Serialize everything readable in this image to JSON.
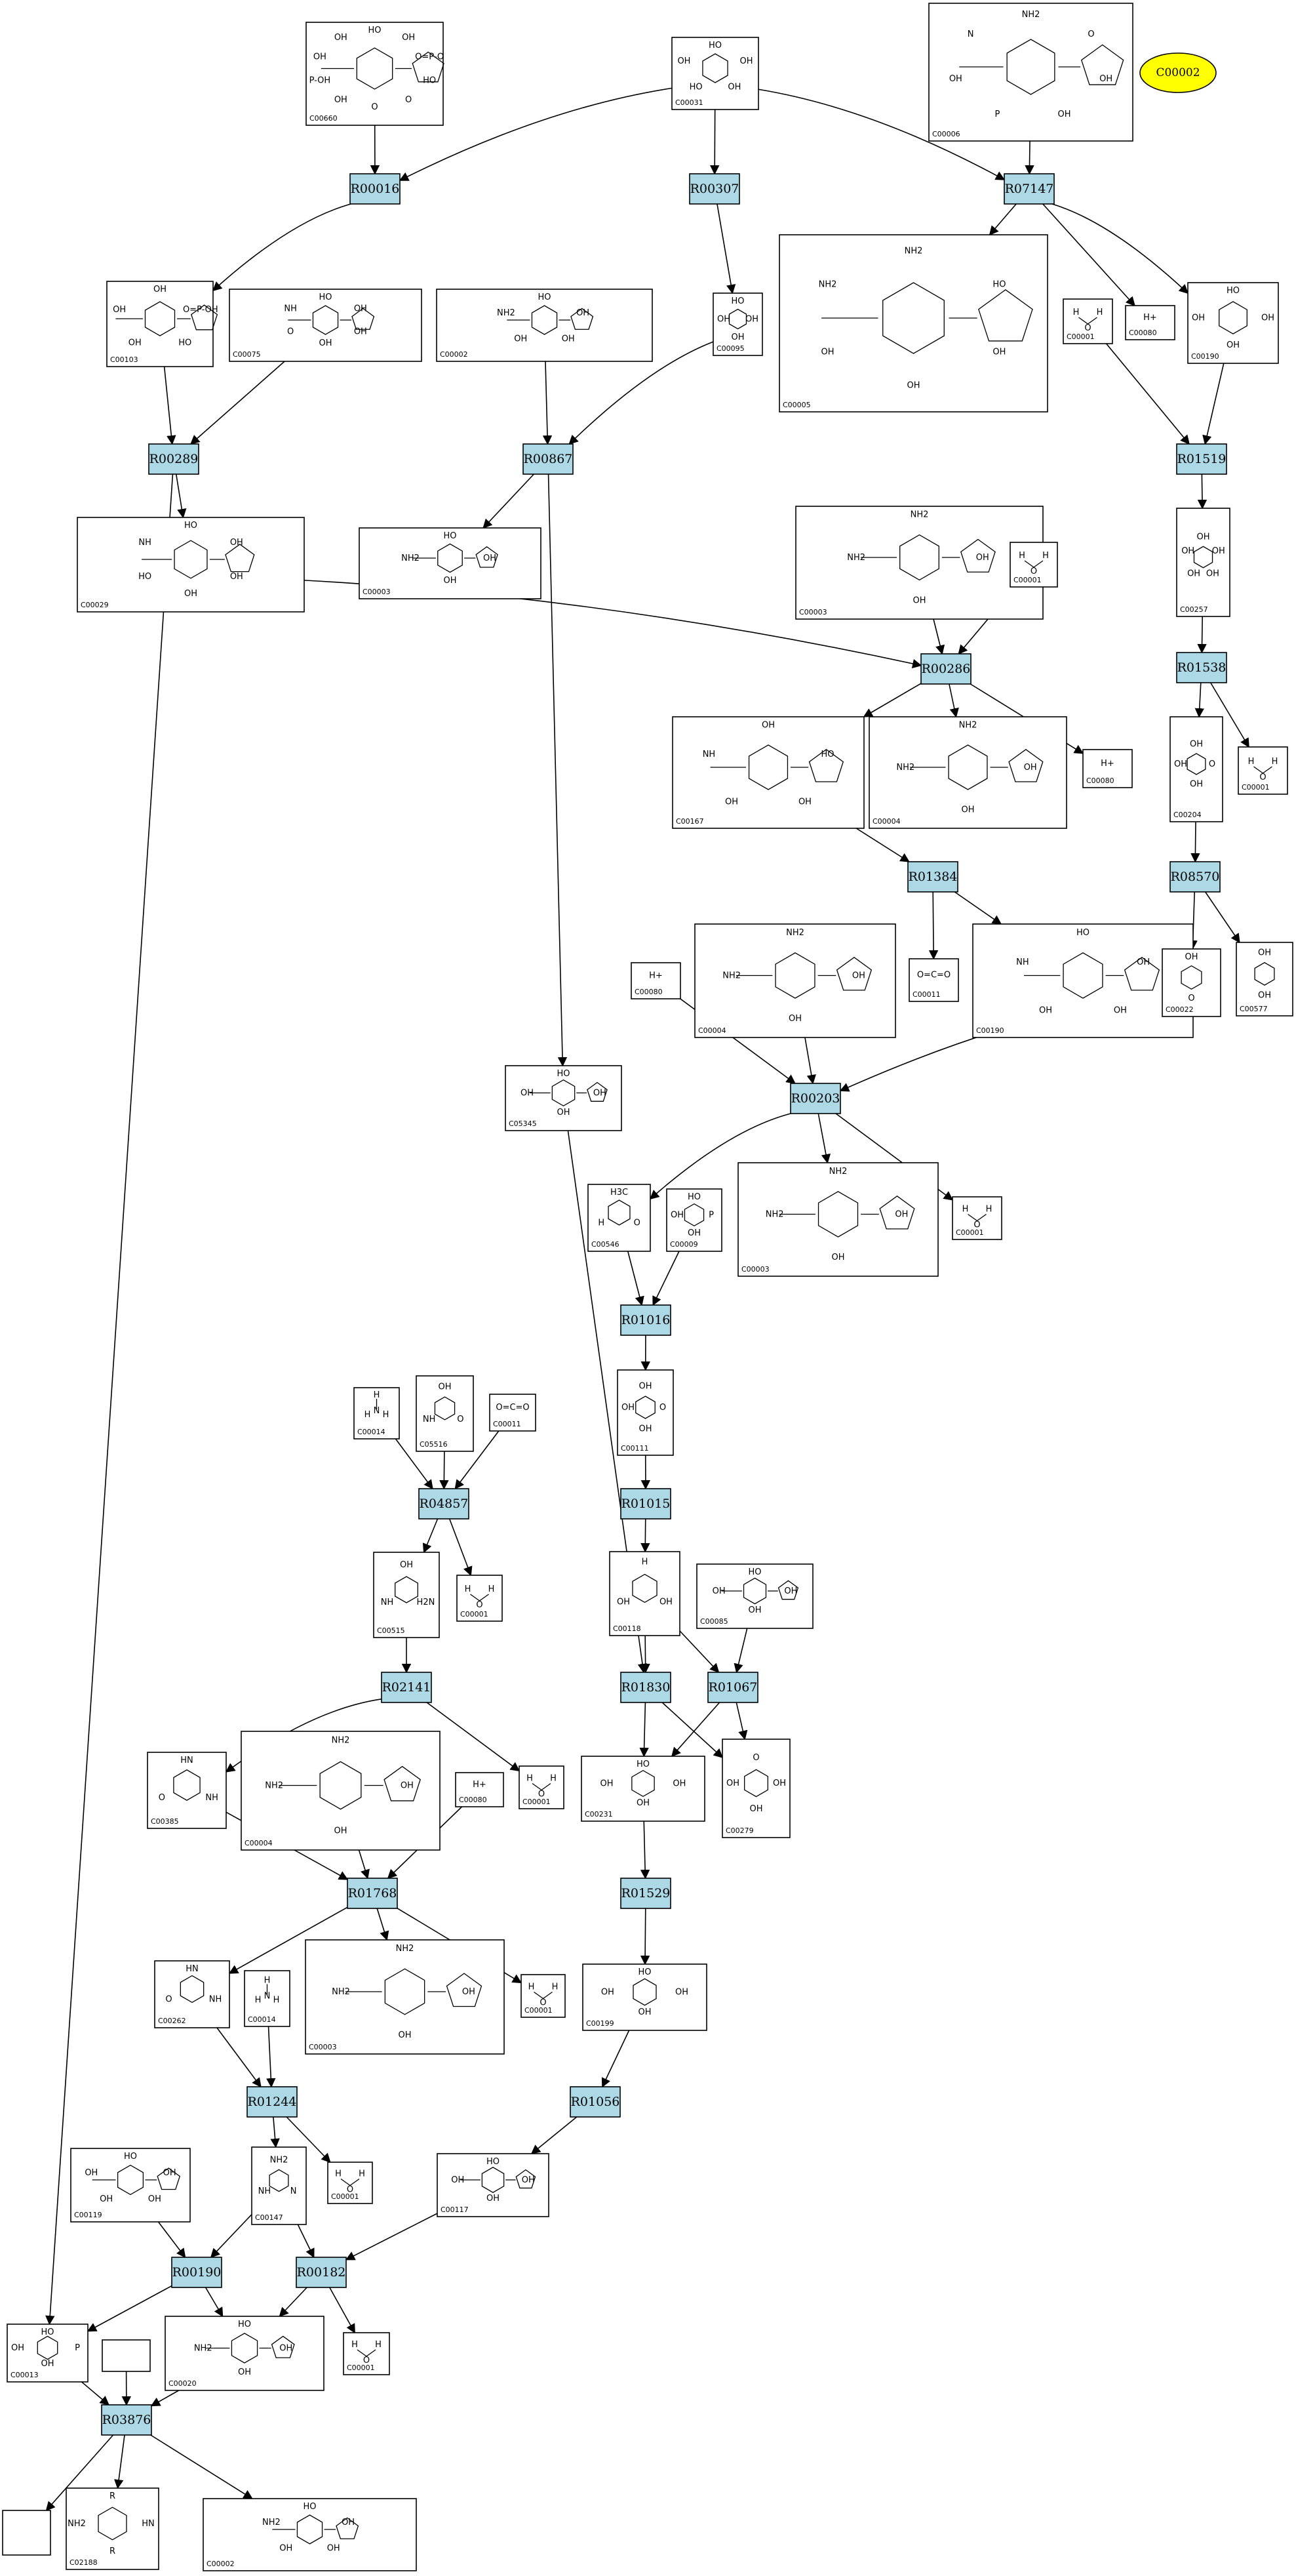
{
  "highlight": {
    "label": "C00002",
    "color": "#ffff00"
  },
  "reaction_color": "#add8e6",
  "reactions": [
    {
      "id": "R00016"
    },
    {
      "id": "R00307"
    },
    {
      "id": "R07147"
    },
    {
      "id": "R00289"
    },
    {
      "id": "R00867"
    },
    {
      "id": "R01519"
    },
    {
      "id": "R00286"
    },
    {
      "id": "R01538"
    },
    {
      "id": "R01384"
    },
    {
      "id": "R08570"
    },
    {
      "id": "R00203"
    },
    {
      "id": "R01016"
    },
    {
      "id": "R01015"
    },
    {
      "id": "R04857"
    },
    {
      "id": "R02141"
    },
    {
      "id": "R01830"
    },
    {
      "id": "R01067"
    },
    {
      "id": "R01768"
    },
    {
      "id": "R01529"
    },
    {
      "id": "R01244"
    },
    {
      "id": "R01056"
    },
    {
      "id": "R00190"
    },
    {
      "id": "R00182"
    },
    {
      "id": "R03876"
    }
  ],
  "compounds": [
    {
      "id": "c1",
      "label": "C00660",
      "kind": "sugarP2",
      "text": [
        "HO",
        "OH",
        "O=P-O",
        "HO",
        "O",
        "O",
        "OH",
        "P-OH",
        "OH",
        "OH"
      ]
    },
    {
      "id": "c2",
      "label": "C00031",
      "kind": "sugar",
      "text": [
        "HO",
        "OH",
        "OH",
        "HO",
        "OH"
      ]
    },
    {
      "id": "c3",
      "label": "C00006",
      "kind": "nucleotide",
      "text": [
        "NH2",
        "O",
        "OH",
        "OH",
        "P",
        "OH",
        "N"
      ]
    },
    {
      "id": "c4",
      "label": "C00103",
      "kind": "sugarP",
      "text": [
        "OH",
        "O=P-OH",
        "HO",
        "OH",
        "OH"
      ]
    },
    {
      "id": "c5",
      "label": "C00075",
      "kind": "nucleotide",
      "text": [
        "HO",
        "OH",
        "OH",
        "OH",
        "O",
        "NH"
      ]
    },
    {
      "id": "c6",
      "label": "C00002",
      "kind": "nucleotide",
      "text": [
        "HO",
        "OH",
        "OH",
        "OH",
        "NH2"
      ]
    },
    {
      "id": "c7",
      "label": "C00095",
      "kind": "sugar",
      "text": [
        "HO",
        "OH",
        "OH",
        "OH"
      ]
    },
    {
      "id": "c8",
      "label": "C00005",
      "kind": "nucleotide",
      "text": [
        "NH2",
        "HO",
        "OH",
        "OH",
        "OH",
        "NH2"
      ]
    },
    {
      "id": "c9",
      "label": "C00001",
      "kind": "water",
      "text": [
        "H",
        "O",
        "H"
      ]
    },
    {
      "id": "c10",
      "label": "C00080",
      "kind": "proton",
      "text": [
        "H+"
      ]
    },
    {
      "id": "c11",
      "label": "C00190",
      "kind": "sugar",
      "text": [
        "HO",
        "OH",
        "OH",
        "OH"
      ]
    },
    {
      "id": "c12",
      "label": "C00029",
      "kind": "nucleotide",
      "text": [
        "HO",
        "OH",
        "OH",
        "OH",
        "HO",
        "NH"
      ]
    },
    {
      "id": "c13",
      "label": "C00003",
      "kind": "nucleotide",
      "text": [
        "HO",
        "OH",
        "OH",
        "NH2"
      ]
    },
    {
      "id": "c14",
      "label": "C00257",
      "kind": "chain",
      "text": [
        "OH",
        "OH",
        "OH",
        "OH",
        "OH"
      ]
    },
    {
      "id": "c15",
      "label": "C00003",
      "kind": "nucleotide",
      "text": [
        "NH2",
        "OH",
        "OH",
        "NH2"
      ]
    },
    {
      "id": "c16",
      "label": "C00001",
      "kind": "water",
      "text": [
        "H",
        "O",
        "H"
      ]
    },
    {
      "id": "c17",
      "label": "C00167",
      "kind": "nucleotide",
      "text": [
        "OH",
        "HO",
        "OH",
        "OH",
        "NH"
      ]
    },
    {
      "id": "c18",
      "label": "C00004",
      "kind": "nucleotide",
      "text": [
        "NH2",
        "OH",
        "OH",
        "NH2"
      ]
    },
    {
      "id": "c19",
      "label": "C00080",
      "kind": "proton",
      "text": [
        "H+"
      ]
    },
    {
      "id": "c20",
      "label": "C00204",
      "kind": "chain",
      "text": [
        "OH",
        "O",
        "OH",
        "OH"
      ]
    },
    {
      "id": "c21",
      "label": "C00001",
      "kind": "water",
      "text": [
        "H",
        "O",
        "H"
      ]
    },
    {
      "id": "c22",
      "label": "C00011",
      "kind": "co2",
      "text": [
        "O=C=O"
      ]
    },
    {
      "id": "c23",
      "label": "C00190",
      "kind": "nucleotide",
      "text": [
        "HO",
        "OH",
        "OH",
        "OH",
        "NH"
      ]
    },
    {
      "id": "c24",
      "label": "C00022",
      "kind": "chain",
      "text": [
        "OH",
        "O"
      ]
    },
    {
      "id": "c25",
      "label": "C00577",
      "kind": "chain",
      "text": [
        "OH",
        "OH"
      ]
    },
    {
      "id": "c26",
      "label": "C00080",
      "kind": "proton",
      "text": [
        "H+"
      ]
    },
    {
      "id": "c27",
      "label": "C00004",
      "kind": "nucleotide",
      "text": [
        "NH2",
        "OH",
        "OH",
        "NH2"
      ]
    },
    {
      "id": "c28",
      "label": "C05345",
      "kind": "sugarP",
      "text": [
        "HO",
        "OH",
        "OH",
        "OH"
      ]
    },
    {
      "id": "c29",
      "label": "C00546",
      "kind": "chain",
      "text": [
        "H3C",
        "O",
        "H"
      ]
    },
    {
      "id": "c30",
      "label": "C00009",
      "kind": "chain",
      "text": [
        "HO",
        "P",
        "OH",
        "OH"
      ]
    },
    {
      "id": "c31",
      "label": "C00003",
      "kind": "nucleotide",
      "text": [
        "NH2",
        "OH",
        "OH",
        "NH2"
      ]
    },
    {
      "id": "c32",
      "label": "C00001",
      "kind": "water",
      "text": [
        "H",
        "O",
        "H"
      ]
    },
    {
      "id": "c33",
      "label": "C00111",
      "kind": "chain",
      "text": [
        "OH",
        "O",
        "OH",
        "OH"
      ]
    },
    {
      "id": "c34",
      "label": "C00014",
      "kind": "amine",
      "text": [
        "H",
        "N",
        "H",
        "H"
      ]
    },
    {
      "id": "c35",
      "label": "C05516",
      "kind": "chain",
      "text": [
        "OH",
        "O",
        "NH"
      ]
    },
    {
      "id": "c36",
      "label": "C00011",
      "kind": "co2",
      "text": [
        "O=C=O"
      ]
    },
    {
      "id": "c37",
      "label": "C00118",
      "kind": "chain",
      "text": [
        "H",
        "OH",
        "OH"
      ]
    },
    {
      "id": "c38",
      "label": "C00085",
      "kind": "sugarP",
      "text": [
        "HO",
        "OH",
        "OH",
        "OH"
      ]
    },
    {
      "id": "c39",
      "label": "C00515",
      "kind": "chain",
      "text": [
        "OH",
        "H2N",
        "NH"
      ]
    },
    {
      "id": "c40",
      "label": "C00001",
      "kind": "water",
      "text": [
        "H",
        "O",
        "H"
      ]
    },
    {
      "id": "c41",
      "label": "C00385",
      "kind": "ring",
      "text": [
        "HN",
        "NH",
        "O"
      ]
    },
    {
      "id": "c42",
      "label": "C00004",
      "kind": "nucleotide",
      "text": [
        "NH2",
        "OH",
        "OH",
        "NH2"
      ]
    },
    {
      "id": "c43",
      "label": "C00080",
      "kind": "proton",
      "text": [
        "H+"
      ]
    },
    {
      "id": "c44",
      "label": "C00001",
      "kind": "water",
      "text": [
        "H",
        "O",
        "H"
      ]
    },
    {
      "id": "c45",
      "label": "C00231",
      "kind": "chain",
      "text": [
        "HO",
        "OH",
        "OH",
        "OH"
      ]
    },
    {
      "id": "c46",
      "label": "C00279",
      "kind": "chain",
      "text": [
        "O",
        "OH",
        "OH",
        "OH"
      ]
    },
    {
      "id": "c47",
      "label": "C00262",
      "kind": "ring",
      "text": [
        "HN",
        "NH",
        "O"
      ]
    },
    {
      "id": "c48",
      "label": "C00014",
      "kind": "amine",
      "text": [
        "H",
        "N",
        "H",
        "H"
      ]
    },
    {
      "id": "c49",
      "label": "C00003",
      "kind": "nucleotide",
      "text": [
        "NH2",
        "OH",
        "OH",
        "NH2"
      ]
    },
    {
      "id": "c50",
      "label": "C00001",
      "kind": "water",
      "text": [
        "H",
        "O",
        "H"
      ]
    },
    {
      "id": "c51",
      "label": "C00199",
      "kind": "chain",
      "text": [
        "HO",
        "OH",
        "OH",
        "OH"
      ]
    },
    {
      "id": "c52",
      "label": "C00119",
      "kind": "sugarP2",
      "text": [
        "HO",
        "OH",
        "OH",
        "OH",
        "OH"
      ]
    },
    {
      "id": "c53",
      "label": "C00147",
      "kind": "ring",
      "text": [
        "NH2",
        "N",
        "NH"
      ]
    },
    {
      "id": "c54",
      "label": "C00001",
      "kind": "water",
      "text": [
        "H",
        "O",
        "H"
      ]
    },
    {
      "id": "c55",
      "label": "C00117",
      "kind": "sugarP",
      "text": [
        "HO",
        "OH",
        "OH",
        "OH"
      ]
    },
    {
      "id": "c56",
      "label": "C00013",
      "kind": "chain",
      "text": [
        "HO",
        "P",
        "OH",
        "OH"
      ]
    },
    {
      "id": "c57",
      "label": "C00020",
      "kind": "nucleotide",
      "text": [
        "HO",
        "OH",
        "OH",
        "NH2"
      ]
    },
    {
      "id": "c58",
      "label": "C00001",
      "kind": "water",
      "text": [
        "H",
        "O",
        "H"
      ]
    },
    {
      "id": "c59",
      "label": "",
      "kind": "empty",
      "text": []
    },
    {
      "id": "c60",
      "label": "",
      "kind": "empty",
      "text": []
    },
    {
      "id": "c61",
      "label": "C02188",
      "kind": "chain",
      "text": [
        "R",
        "HN",
        "R",
        "NH2"
      ]
    },
    {
      "id": "c62",
      "label": "C00002",
      "kind": "nucleotide",
      "text": [
        "HO",
        "OH",
        "OH",
        "OH",
        "NH2"
      ]
    }
  ]
}
